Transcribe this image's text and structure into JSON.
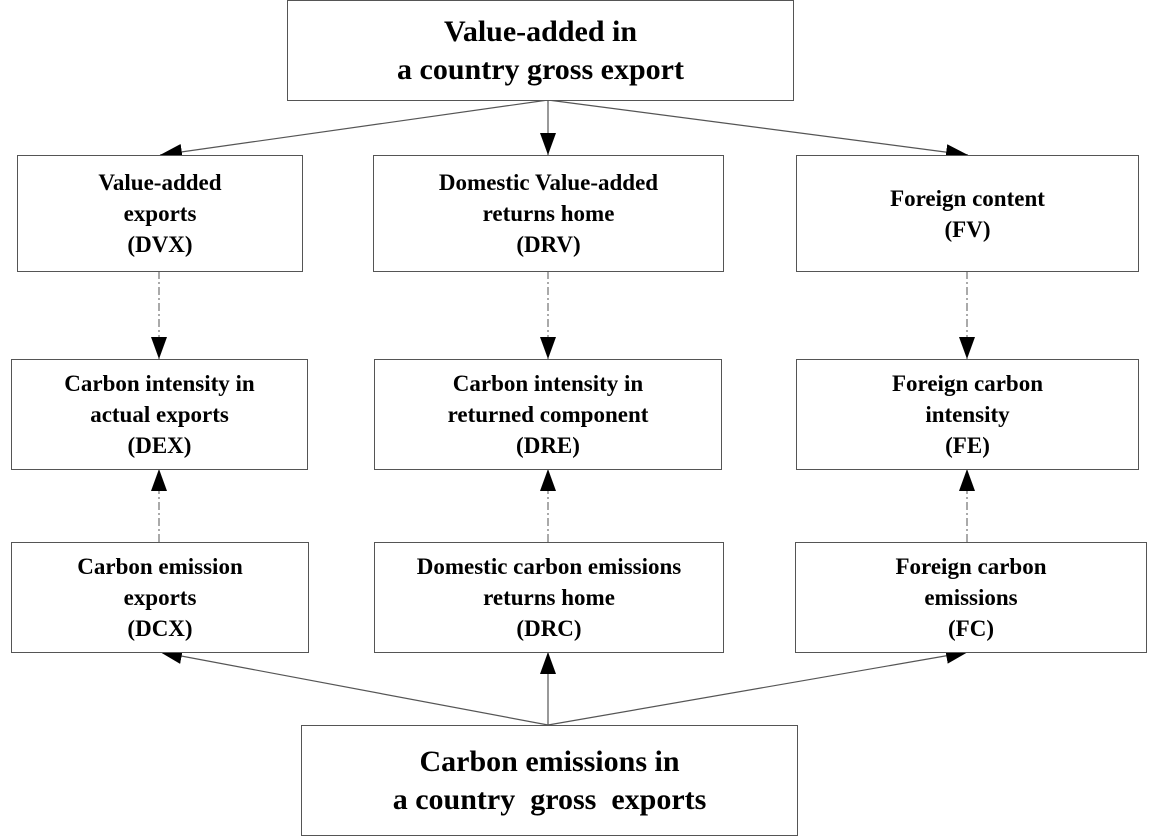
{
  "diagram": {
    "colors": {
      "line": "#555555",
      "text": "#000000",
      "background": "#ffffff"
    },
    "top": {
      "lines": [
        "Value-added in",
        "a country gross export"
      ]
    },
    "bottom": {
      "lines": [
        "Carbon emissions in",
        "a country  gross  exports"
      ]
    },
    "row1": [
      {
        "lines": [
          "Value-added",
          "exports",
          "(DVX)"
        ]
      },
      {
        "lines": [
          "Domestic Value-added",
          "returns home",
          "(DRV)"
        ]
      },
      {
        "lines": [
          "Foreign content",
          "(FV)"
        ]
      }
    ],
    "row2": [
      {
        "lines": [
          "Carbon intensity in",
          "actual exports",
          "(DEX)"
        ]
      },
      {
        "lines": [
          "Carbon intensity in",
          "returned component",
          "(DRE)"
        ]
      },
      {
        "lines": [
          "Foreign carbon",
          "intensity",
          "(FE)"
        ]
      }
    ],
    "row3": [
      {
        "lines": [
          "Carbon emission",
          "exports",
          "(DCX)"
        ]
      },
      {
        "lines": [
          "Domestic carbon emissions",
          "returns home",
          "(DRC)"
        ]
      },
      {
        "lines": [
          "Foreign carbon",
          "emissions",
          "(FC)"
        ]
      }
    ],
    "edges": [
      {
        "from": "top",
        "to": "DVX",
        "style": "solid"
      },
      {
        "from": "top",
        "to": "DRV",
        "style": "solid"
      },
      {
        "from": "top",
        "to": "FV",
        "style": "solid"
      },
      {
        "from": "DVX",
        "to": "DEX",
        "style": "dash-dot"
      },
      {
        "from": "DRV",
        "to": "DRE",
        "style": "dash-dot"
      },
      {
        "from": "FV",
        "to": "FE",
        "style": "dash-dot"
      },
      {
        "from": "DCX",
        "to": "DEX",
        "style": "dash-dot"
      },
      {
        "from": "DRC",
        "to": "DRE",
        "style": "dash-dot"
      },
      {
        "from": "FC",
        "to": "FE",
        "style": "dash-dot"
      },
      {
        "from": "bottom",
        "to": "DCX",
        "style": "solid"
      },
      {
        "from": "bottom",
        "to": "DRC",
        "style": "solid"
      },
      {
        "from": "bottom",
        "to": "FC",
        "style": "solid"
      }
    ]
  }
}
